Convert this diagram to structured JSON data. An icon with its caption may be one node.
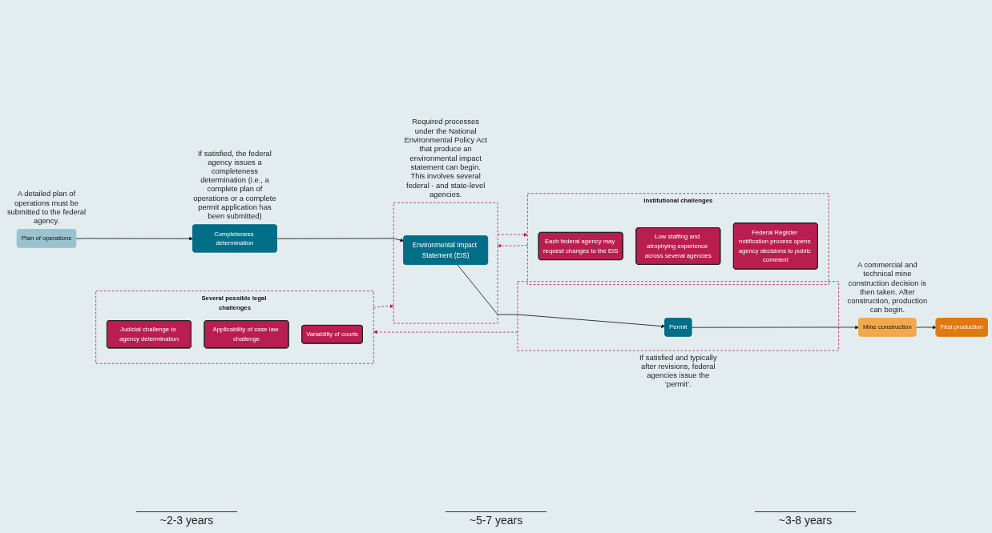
{
  "diagram": {
    "nodes": [
      {
        "text": [
          "Plan of operations"
        ],
        "beside": [
          "A detailed plan of operations must be submitted to the federal agency."
        ]
      },
      {
        "text": [
          "Completeness determination"
        ],
        "beside": [
          "If satisfied, the federal agency issues a completeness determination (i.e., a complete plan of operations or a complete permit application has been submitted)"
        ]
      },
      {
        "text": [],
        "shape": "box",
        "beside": [
          "Required processes under the National Environmental Policy Act that produce an environmental impact statement can begin. This involves several federal - and state-level agencies."
        ]
      },
      {
        "text": [
          "Environmental Impact Statement (EIS)"
        ],
        "in": 2
      },
      {
        "text": [],
        "shape": "box",
        "beside": [
          "If satisfied and typically after revisions, federal agencies issue the ‘permit’."
        ]
      },
      {
        "text": [
          "Permit"
        ],
        "in": 4
      },
      {
        "text": [
          "Mine construction"
        ],
        "beside": [
          "A commercial and technical mine construction decision is then taken. After construction, production can begin."
        ]
      },
      {
        "text": [
          "First production"
        ]
      },
      {
        "text": [
          "Institutional challenges"
        ]
      },
      {
        "text": [
          "Each federal agency may request changes to the EIS"
        ],
        "in": 8
      },
      {
        "text": [
          "Low staffing and atrophying experience across several agencies"
        ],
        "in": 8
      },
      {
        "text": [
          "Federal Register notification process opens agency decisions to public comment"
        ],
        "in": 8
      },
      {
        "text": [
          "Several possible legal challenges"
        ]
      },
      {
        "text": [
          "Judicial challenge to agency determination"
        ],
        "in": 12
      },
      {
        "text": [
          "Applicability of case law challenge"
        ],
        "in": 12
      },
      {
        "text": [
          "Variability of courts"
        ],
        "in": 12
      }
    ],
    "edges": [
      {
        "from": 0,
        "to": 1,
        "arrow": "to"
      },
      {
        "from": 1,
        "to": 3,
        "arrow": "to"
      },
      {
        "from": 3,
        "to": 5,
        "arrow": "to"
      },
      {
        "from": 5,
        "to": 6,
        "arrow": "to"
      },
      {
        "from": 6,
        "to": 7,
        "arrow": "to"
      },
      {
        "from": 2,
        "to": 8,
        "arrow": "to",
        "style": "dashed",
        "color": "#b81e50"
      },
      {
        "from": 8,
        "to": 2,
        "arrow": "to",
        "style": "dashed",
        "color": "#b81e50"
      },
      {
        "from": 12,
        "to": 2,
        "arrow": "to",
        "style": "dashed",
        "color": "#b81e50"
      },
      {
        "from": 4,
        "to": 12,
        "arrow": "to",
        "style": "dashed",
        "color": "#b81e50"
      }
    ],
    "labels": [
      "~2-3 years",
      "~5-7 years",
      "~3-8 years"
    ]
  }
}
